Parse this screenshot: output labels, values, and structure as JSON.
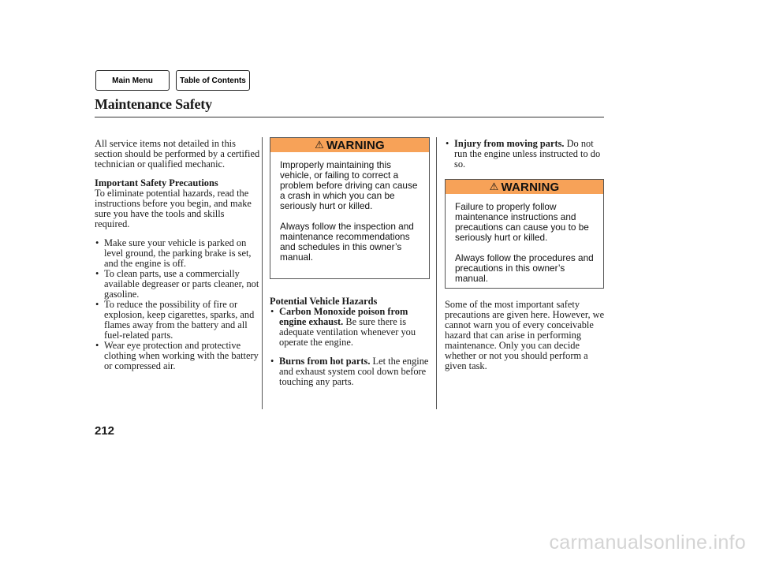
{
  "nav": {
    "main_menu": "Main Menu",
    "table_of_contents": "Table of Contents"
  },
  "page": {
    "title": "Maintenance Safety",
    "number": "212"
  },
  "col1": {
    "intro": "All service items not detailed in this section should be performed by a certified technician or qualified mechanic.",
    "subhead": "Important Safety Precautions",
    "para": "To eliminate potential hazards, read the instructions before you begin, and make sure you have the tools and skills required.",
    "bullets": [
      "Make sure your vehicle is parked on level ground, the parking brake is set, and the engine is off.",
      "To clean parts, use a commercially available degreaser or parts cleaner, not gasoline.",
      "To reduce the possibility of fire or explosion, keep cigarettes, sparks, and flames away from the battery and all fuel-related parts.",
      "Wear eye protection and protective clothing when working with the battery or compressed air."
    ]
  },
  "warning1": {
    "label": "WARNING",
    "p1": "Improperly maintaining this vehicle, or failing to correct a problem before driving can cause a crash in which you can be seriously hurt or killed.",
    "p2": "Always follow the inspection and maintenance recommendations and schedules in this owner’s manual."
  },
  "col2": {
    "subhead": "Potential Vehicle Hazards",
    "items": [
      {
        "lead": "Carbon Monoxide poison from engine exhaust.",
        "text": " Be sure there is adequate ventilation whenever you operate the engine."
      },
      {
        "lead": "Burns from hot parts.",
        "text": " Let the engine and exhaust system cool down before touching any parts."
      }
    ]
  },
  "col3": {
    "item": {
      "lead": "Injury from moving parts.",
      "text": " Do not run the engine unless instructed to do so."
    },
    "para": "Some of the most important safety precautions are given here. However, we cannot warn you of every conceivable hazard that can arise in performing maintenance. Only you can decide whether or not you should perform a given task."
  },
  "warning2": {
    "label": "WARNING",
    "p1": "Failure to properly follow maintenance instructions and precautions can cause you to be seriously hurt or killed.",
    "p2": "Always follow the procedures and precautions in this owner’s manual."
  },
  "watermark": "carmanualsonline.info",
  "icons": {
    "warning": "warning-triangle-icon"
  },
  "colors": {
    "warning_header": "#f7a258"
  }
}
